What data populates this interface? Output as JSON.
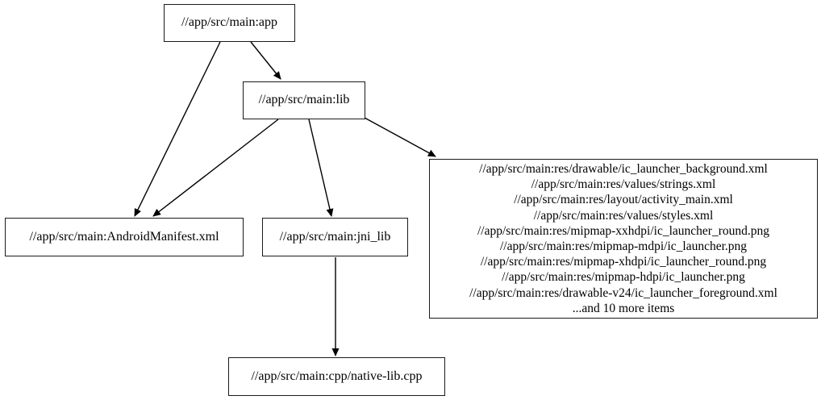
{
  "graph": {
    "type": "dependency-graph",
    "background": "#ffffff",
    "colors": {
      "node_fill": "#ffffff",
      "node_border": "#1a1a1a",
      "edge": "#000000",
      "text": "#000000"
    },
    "nodes": {
      "app": {
        "label": "//app/src/main:app"
      },
      "lib": {
        "label": "//app/src/main:lib"
      },
      "manifest": {
        "label": "//app/src/main:AndroidManifest.xml"
      },
      "jni_lib": {
        "label": "//app/src/main:jni_lib"
      },
      "native_lib": {
        "label": "//app/src/main:cpp/native-lib.cpp"
      },
      "resources": {
        "lines": [
          "//app/src/main:res/drawable/ic_launcher_background.xml",
          "//app/src/main:res/values/strings.xml",
          "//app/src/main:res/layout/activity_main.xml",
          "//app/src/main:res/values/styles.xml",
          "//app/src/main:res/mipmap-xxhdpi/ic_launcher_round.png",
          "//app/src/main:res/mipmap-mdpi/ic_launcher.png",
          "//app/src/main:res/mipmap-xhdpi/ic_launcher_round.png",
          "//app/src/main:res/mipmap-hdpi/ic_launcher.png",
          "//app/src/main:res/drawable-v24/ic_launcher_foreground.xml",
          "...and 10 more items"
        ]
      }
    },
    "edges": [
      {
        "from": "app",
        "to": "lib"
      },
      {
        "from": "app",
        "to": "manifest"
      },
      {
        "from": "lib",
        "to": "manifest"
      },
      {
        "from": "lib",
        "to": "jni_lib"
      },
      {
        "from": "lib",
        "to": "resources"
      },
      {
        "from": "jni_lib",
        "to": "native_lib"
      }
    ]
  }
}
